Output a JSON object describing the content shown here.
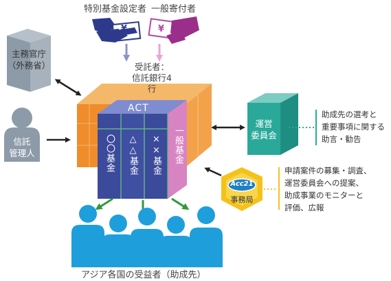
{
  "donors": {
    "special": "特別基金設定者",
    "general": "一般寄付者",
    "currency_symbol": "¥"
  },
  "ministry": {
    "line1": "主務官庁",
    "line2": "（外務省）"
  },
  "trust_admin": {
    "line1": "信託",
    "line2": "管理人"
  },
  "trustee": {
    "line1": "受託者：",
    "line2": "信託銀行4行"
  },
  "act": {
    "title": "ACT",
    "fund1": "〇〇基金",
    "fund2": "△△基金",
    "fund3": "××基金",
    "fund4": "一般基金"
  },
  "committee": {
    "line1": "運営",
    "line2": "委員会"
  },
  "committee_note": {
    "line1": "助成先の選考と",
    "line2": "重要事項に関する",
    "line3": "助言・勧告"
  },
  "secretariat": {
    "logo": "Acc21",
    "label": "事務局"
  },
  "secretariat_note": {
    "line1": "申請案件の募集・調査、",
    "line2": "運営委員会への提案、",
    "line3": "助成事業のモニターと",
    "line4": "評価、広報"
  },
  "beneficiaries": "アジア各国の受益者（助成先）",
  "colors": {
    "orange": "#f08c2a",
    "navy": "#3b4a9a",
    "pink": "#d984c2",
    "teal": "#2aa99a",
    "blue": "#1e9fdc",
    "gray": "#9aa7b3",
    "yellow": "#f5c21b"
  }
}
